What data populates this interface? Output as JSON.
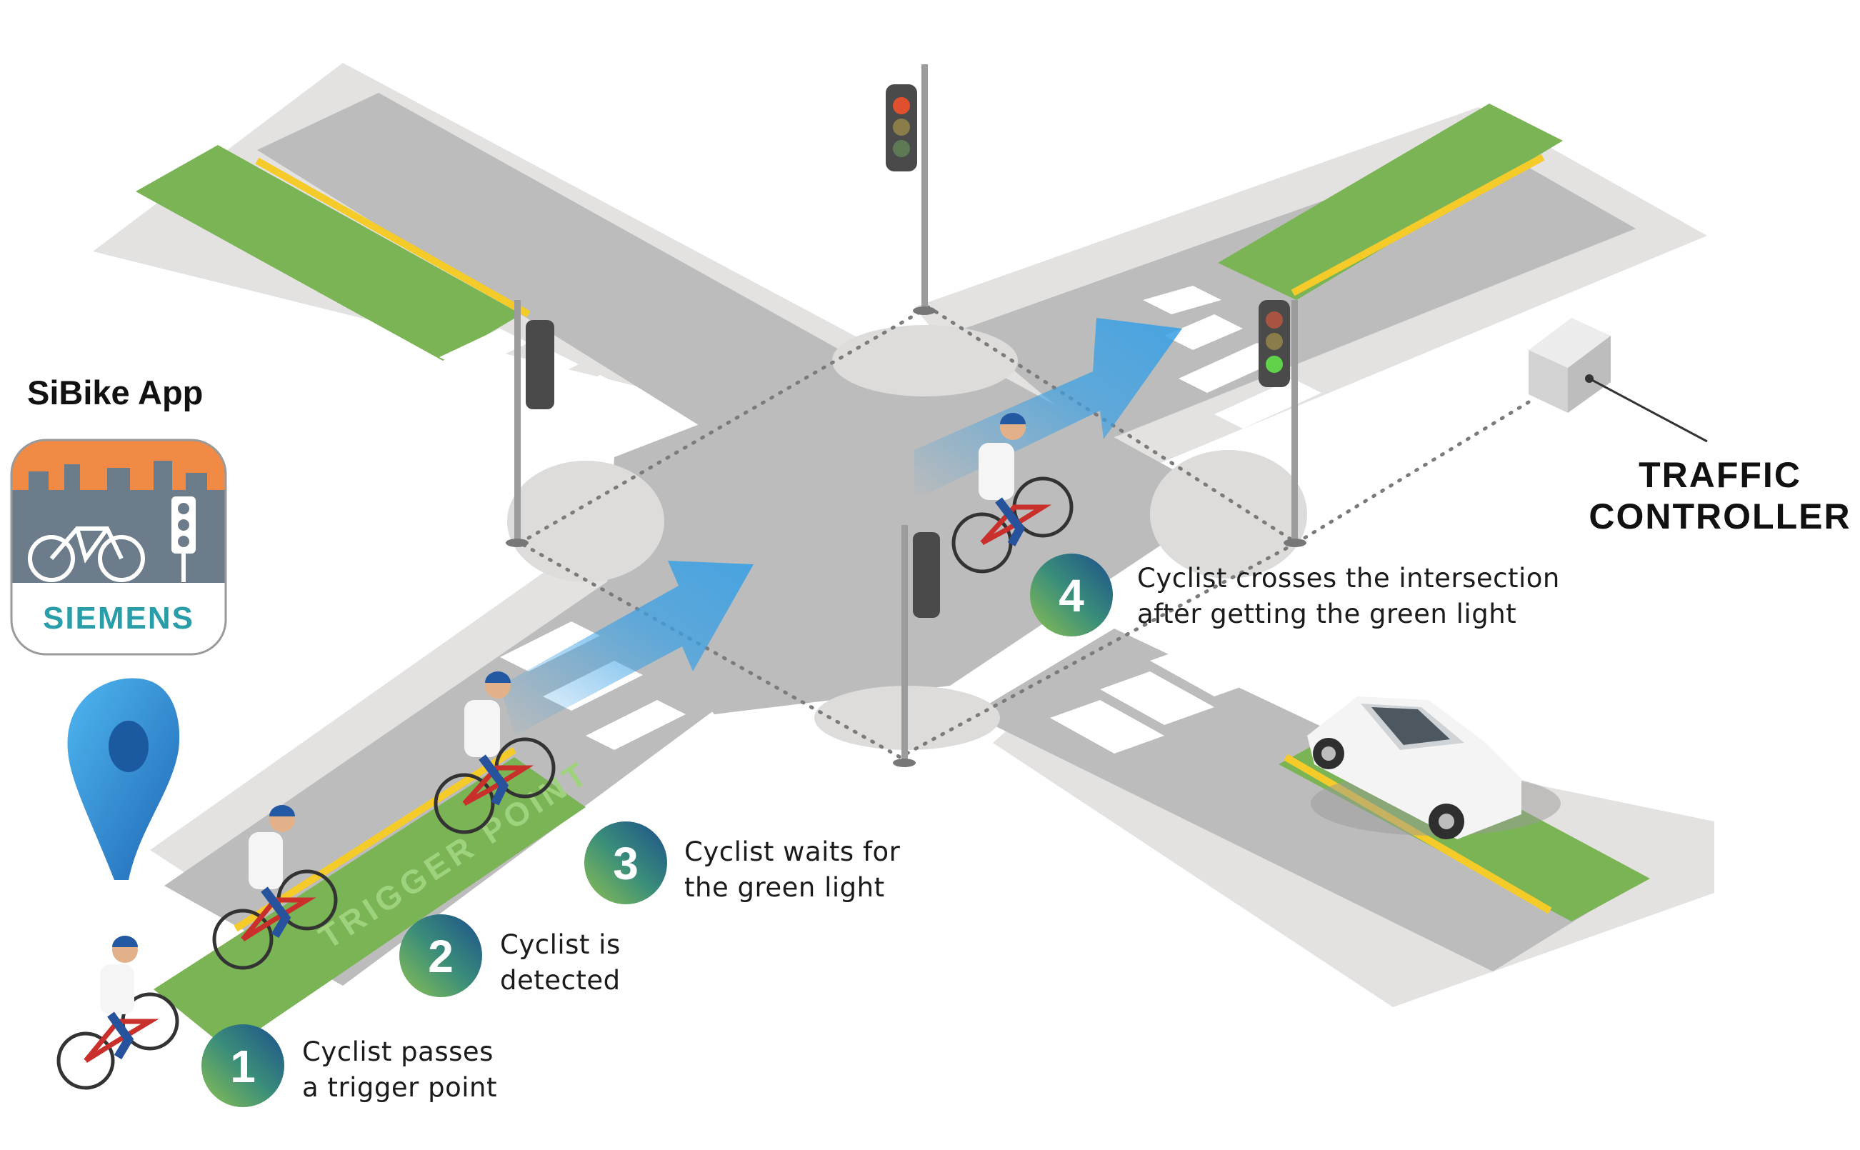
{
  "app": {
    "title": "SiBike App",
    "brand": "SIEMENS"
  },
  "controller": {
    "line1": "TRAFFIC",
    "line2": "CONTROLLER"
  },
  "trigger_text": "TRIGGER POINT",
  "steps": [
    {
      "number": "1",
      "line1": "Cyclist passes",
      "line2": "a trigger point"
    },
    {
      "number": "2",
      "line1": "Cyclist is",
      "line2": "detected"
    },
    {
      "number": "3",
      "line1": "Cyclist waits for",
      "line2": "the green light"
    },
    {
      "number": "4",
      "line1": "Cyclist crosses the intersection",
      "line2": "after getting the green light"
    }
  ],
  "colors": {
    "road": "#b9b9b9",
    "sidewalk": "#e3e1e0",
    "bike_lane": "#7ab455",
    "line_yellow": "#f5cb2a",
    "arrow_blue": "#3aa0e4",
    "badge_start": "#7ab455",
    "badge_end": "#1a4f8a",
    "app_sky": "#f08a45",
    "app_city": "#6d7c8a",
    "brand_teal": "#2a9ea8"
  }
}
